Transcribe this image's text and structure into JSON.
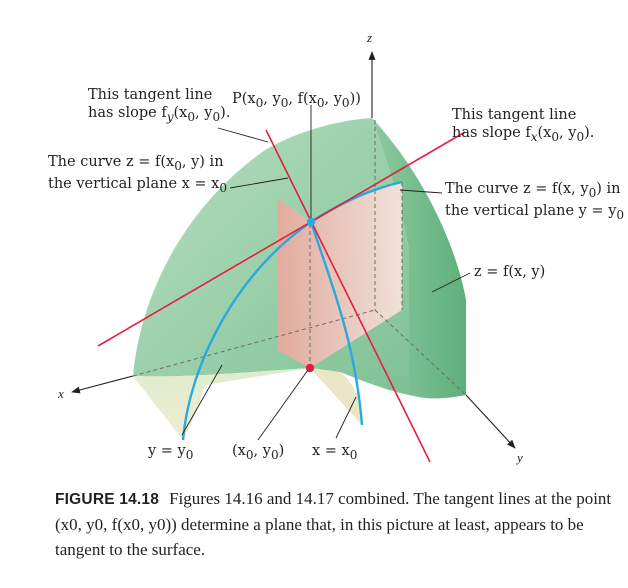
{
  "axes": {
    "x": "x",
    "y": "y",
    "z": "z"
  },
  "labels": {
    "fy_line": [
      "This tangent line",
      "has slope f",
      "y",
      "(x",
      "0",
      ", y",
      "0",
      ")."
    ],
    "point": [
      "P(x",
      "0",
      ", y",
      "0",
      ", f(x",
      "0",
      ", y",
      "0",
      "))"
    ],
    "fx_line": [
      "This tangent line",
      "has slope f",
      "x",
      "(x",
      "0",
      ", y",
      "0",
      ")."
    ],
    "curve_x0": [
      "The curve z = f(x",
      "0",
      ", y) in",
      "the vertical plane x = x",
      "0"
    ],
    "curve_y0": [
      "The curve z = f(x, y",
      "0",
      ") in",
      "the vertical plane y = y",
      "0"
    ],
    "surface": "z = f(x, y)",
    "y_eq": [
      "y = y",
      "0"
    ],
    "base_point": [
      "(x",
      "0",
      ", y",
      "0",
      ")"
    ],
    "x_eq": [
      "x = x",
      "0"
    ]
  },
  "caption": {
    "figure_label": "FIGURE 14.18",
    "text": "Figures 14.16 and 14.17 combined. The tangent lines at the point (x0, y0, f(x0, y0)) determine a plane that, in this picture at least, appears to be tangent to the surface."
  },
  "colors": {
    "surface": "#9fd1ae",
    "plane": "#f3c9c0",
    "curve": "#29a9e0",
    "tangent": "#e31f3c",
    "point_dot": "#e31f3c"
  }
}
